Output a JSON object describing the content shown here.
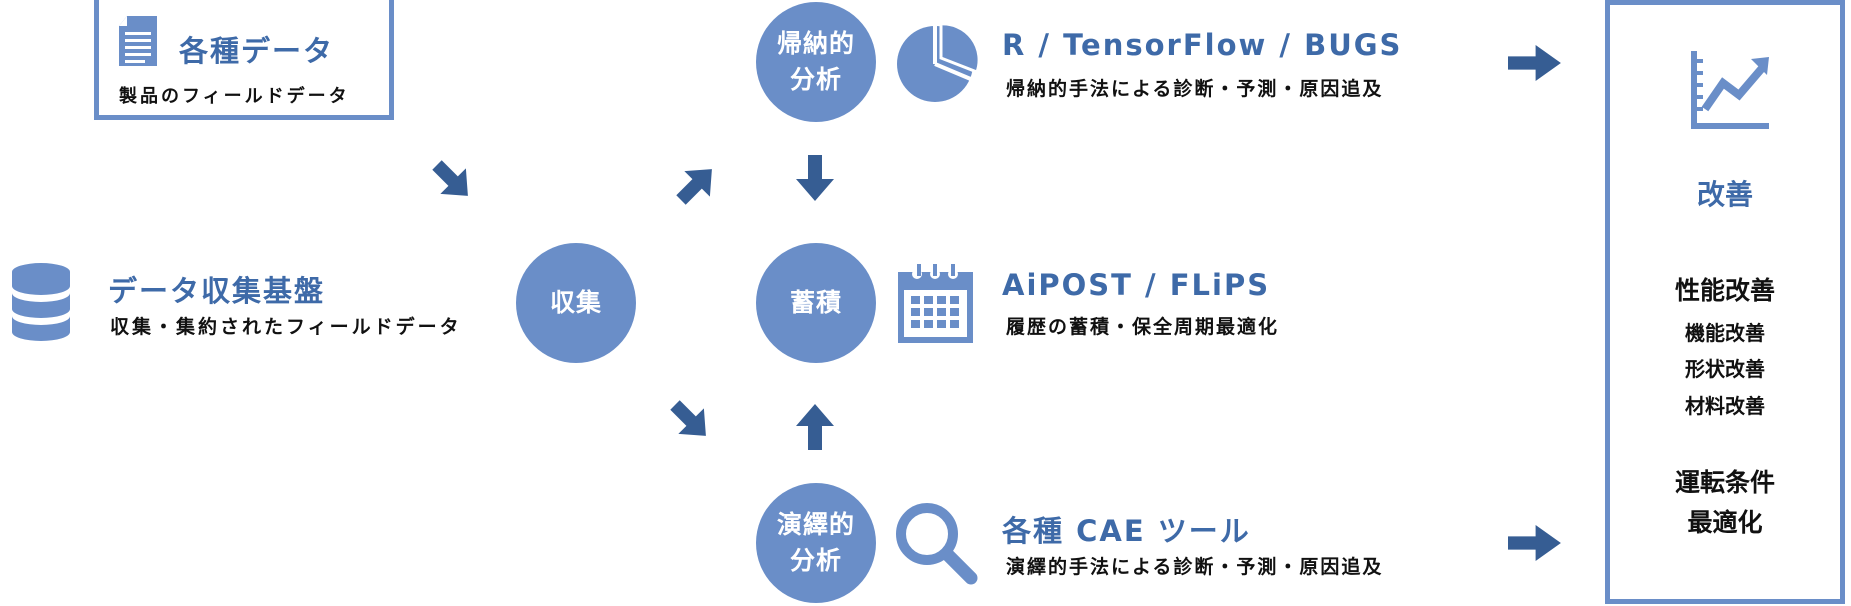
{
  "colors": {
    "accent": "#6a8ec8",
    "arrow": "#365d93",
    "title": "#3e6aa8"
  },
  "data_source": {
    "title": "各種データ",
    "subtitle": "製品のフィールドデータ",
    "icon": "document-icon"
  },
  "platform": {
    "title": "データ収集基盤",
    "subtitle": "収集・集約されたフィールドデータ",
    "icon": "database-icon"
  },
  "nodes": {
    "collect": "収集",
    "inductive": "帰納的\n分析",
    "accumulate": "蓄積",
    "deductive": "演繹的\n分析"
  },
  "tools": {
    "inductive": {
      "title": "R / TensorFlow / BUGS",
      "subtitle": "帰納的手法による診断・予測・原因追及",
      "icon": "pie-chart-icon"
    },
    "accumulate": {
      "title": "AiPOST / FLiPS",
      "subtitle": "履歴の蓄積・保全周期最適化",
      "icon": "calendar-icon"
    },
    "deductive": {
      "title": "各種 CAE ツール",
      "subtitle": "演繹的手法による診断・予測・原因追及",
      "icon": "magnifier-icon"
    }
  },
  "result": {
    "icon": "growth-chart-icon",
    "heading": "改善",
    "group1_title": "性能改善",
    "group1_items": [
      "機能改善",
      "形状改善",
      "材料改善"
    ],
    "group2_title": "運転条件\n最適化"
  }
}
